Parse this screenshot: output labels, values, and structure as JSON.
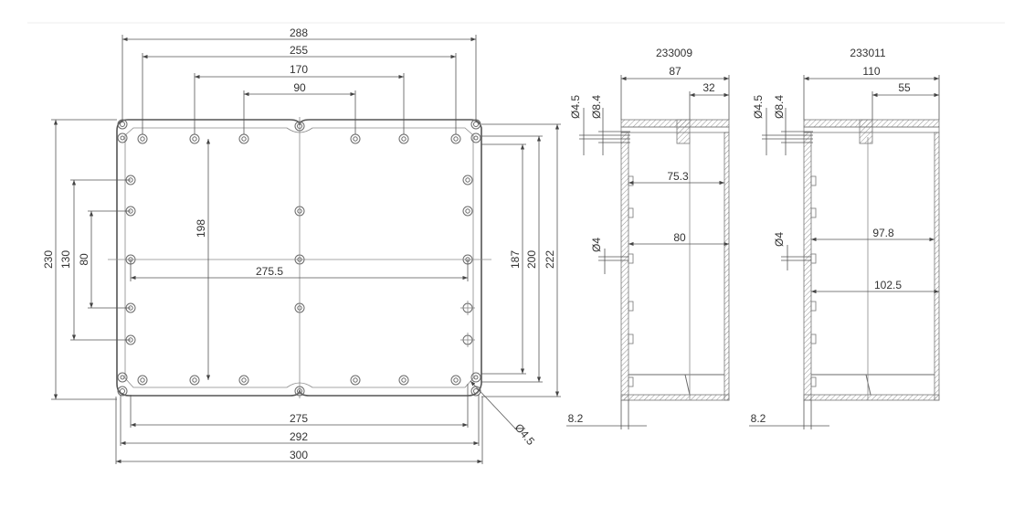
{
  "front_view": {
    "dims": {
      "w288": "288",
      "w255": "255",
      "w170": "170",
      "w90": "90",
      "w275_5": "275.5",
      "w275": "275",
      "w292": "292",
      "w300": "300",
      "h230": "230",
      "h130": "130",
      "h80": "80",
      "h198": "198",
      "h187": "187",
      "h200": "200",
      "h222": "222",
      "dia_hole": "Ø4.5"
    }
  },
  "side_view_a": {
    "model": "233009",
    "dims": {
      "d87": "87",
      "d32": "32",
      "d75_3": "75.3",
      "d80": "80",
      "dia_4_5": "Ø4.5",
      "dia_8_4": "Ø8.4",
      "dia_4": "Ø4",
      "d8_2": "8.2"
    }
  },
  "side_view_b": {
    "model": "233011",
    "dims": {
      "d110": "110",
      "d55": "55",
      "d97_8": "97.8",
      "d102_5": "102.5",
      "dia_4_5": "Ø4.5",
      "dia_8_4": "Ø8.4",
      "dia_4": "Ø4",
      "d8_2": "8.2"
    }
  }
}
